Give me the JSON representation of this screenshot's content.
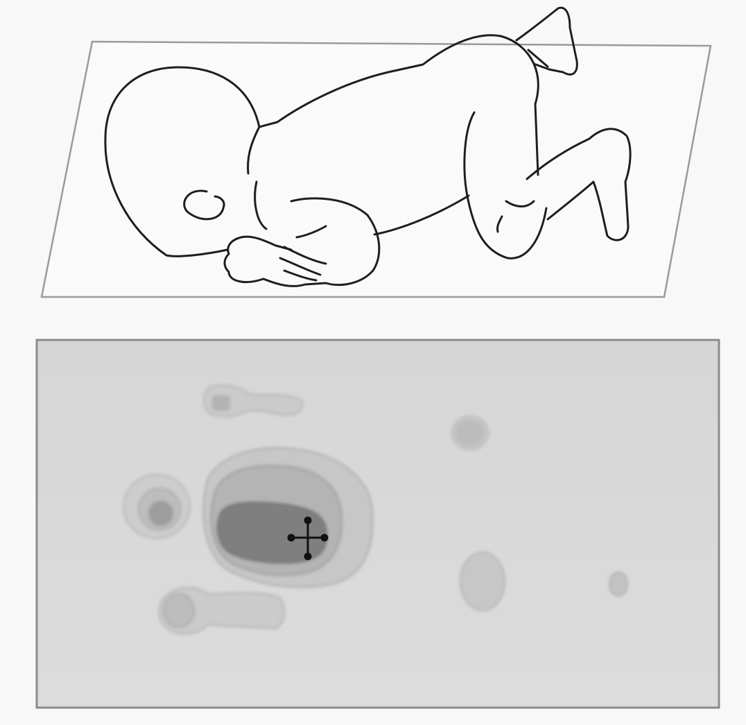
{
  "figure": {
    "panels": [
      {
        "name": "infant-prone-outline"
      },
      {
        "name": "pressure-map"
      }
    ],
    "marker": "crosshair",
    "palette": {
      "background": "#f8f8f8",
      "outline": "#1e1e1e",
      "sheet_edge": "#9a9a9a",
      "map_fill": "#d7d7d7",
      "map_border": "#8b8b8b",
      "region_light": "#c6c6c6",
      "region_mid": "#aaaaaa",
      "region_dark": "#7d7d7d"
    }
  }
}
